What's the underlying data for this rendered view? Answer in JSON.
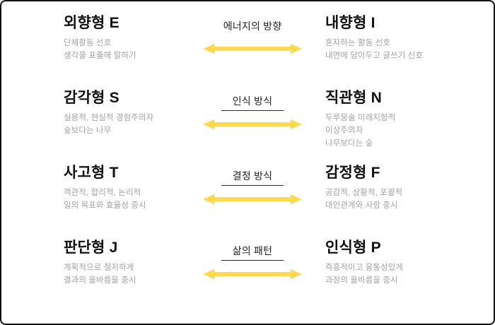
{
  "arrow_color": "#ffd94d",
  "rows": [
    {
      "left": {
        "title": "외향형 E",
        "desc": "단체활동 선호\n생각을 표출해 말하기"
      },
      "center": {
        "label": "에너지의 방향",
        "underline": false
      },
      "right": {
        "title": "내향형 I",
        "desc": "혼자하는 활동 선호\n내면에 담아두고 글쓰기 신호"
      }
    },
    {
      "left": {
        "title": "감각형 S",
        "desc": "실용적, 현실적 경험주의자\n숲보다는 나무"
      },
      "center": {
        "label": "인식 방식",
        "underline": true
      },
      "right": {
        "title": "직관형 N",
        "desc": "두루뭉술 미래지향적\n이상주의자\n나무보다는 숲"
      }
    },
    {
      "left": {
        "title": "사고형 T",
        "desc": "객관적, 합리적, 논리적\n일의 목표와 효율성 중시"
      },
      "center": {
        "label": "결정 방식",
        "underline": true
      },
      "right": {
        "title": "감정형 F",
        "desc": "공감적, 상황적, 포괄적\n대인관계와 사람 중시"
      }
    },
    {
      "left": {
        "title": "판단형 J",
        "desc": "계획적으로 철저하게\n결과의 올바름을 중시"
      },
      "center": {
        "label": "삶의 패턴",
        "underline": true
      },
      "right": {
        "title": "인식형 P",
        "desc": "즉흥적이고 융통성있게\n과정의 올바름을 중시"
      }
    }
  ]
}
